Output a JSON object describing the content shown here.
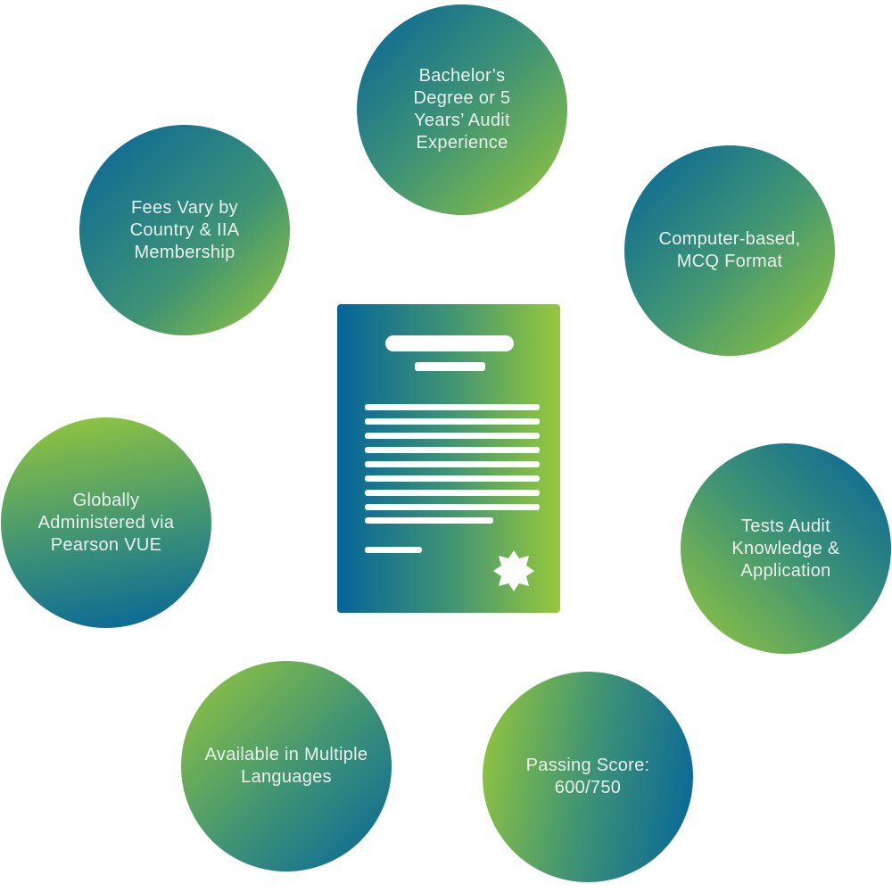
{
  "items": {
    "degree": "Bachelor’s Degree or 5 Years’ Audit Experience",
    "computer": "Computer-based, MCQ Format",
    "tests": "Tests Audit Knowledge & Application",
    "passing": "Passing Score: 600/750",
    "languages": "Available in Multiple Languages",
    "global": "Globally Administered via Pearson VUE",
    "fees": "Fees Vary by Country & IIA Membership"
  },
  "colors": {
    "gradient_dark": "#05649a",
    "gradient_mid": "#3f9375",
    "gradient_light": "#97c83c",
    "text": "#e9f1ec"
  },
  "icons": {
    "center": "certificate-document-icon",
    "seal": "seal-badge-icon"
  }
}
